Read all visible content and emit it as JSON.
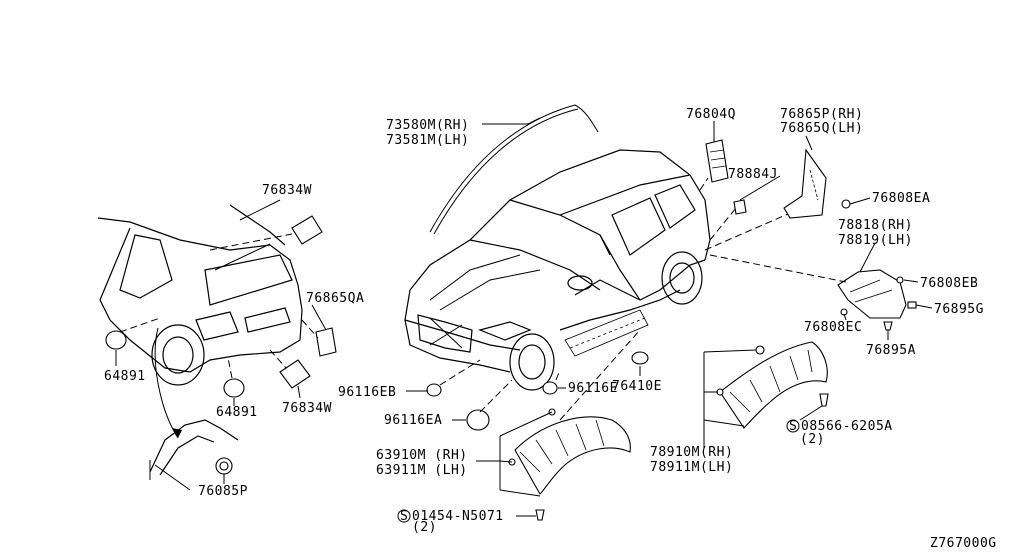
{
  "diagram_code": "Z767000G",
  "labels": {
    "l73580": "73580M(RH)",
    "l73581": "73581M(LH)",
    "l76804q": "76804Q",
    "l76865p": "76865P(RH)",
    "l76865q": "76865Q(LH)",
    "l78884j": "78884J",
    "l76808ea": "76808EA",
    "l78818": "78818(RH)",
    "l78819": "78819(LH)",
    "l76808eb": "76808EB",
    "l76895g": "76895G",
    "l76808ec": "76808EC",
    "l76895a": "76895A",
    "l76834w_top": "76834W",
    "l76865qa": "76865QA",
    "l64891_a": "64891",
    "l64891_b": "64891",
    "l76834w_bot": "76834W",
    "l76085p": "76085P",
    "l96116eb": "96116EB",
    "l96116e": "96116E",
    "l76410e": "76410E",
    "l96116ea": "96116EA",
    "l63910m": "63910M (RH)",
    "l63911m": "63911M (LH)",
    "l78910m": "78910M(RH)",
    "l78911m": "78911M(LH)",
    "l08566": "08566-6205A",
    "l08566_qty": "(2)",
    "l01454": "01454-N5071",
    "l01454_qty": "(2)",
    "screw_symbol": "S"
  },
  "colors": {
    "line": "#000000",
    "background": "#ffffff"
  }
}
